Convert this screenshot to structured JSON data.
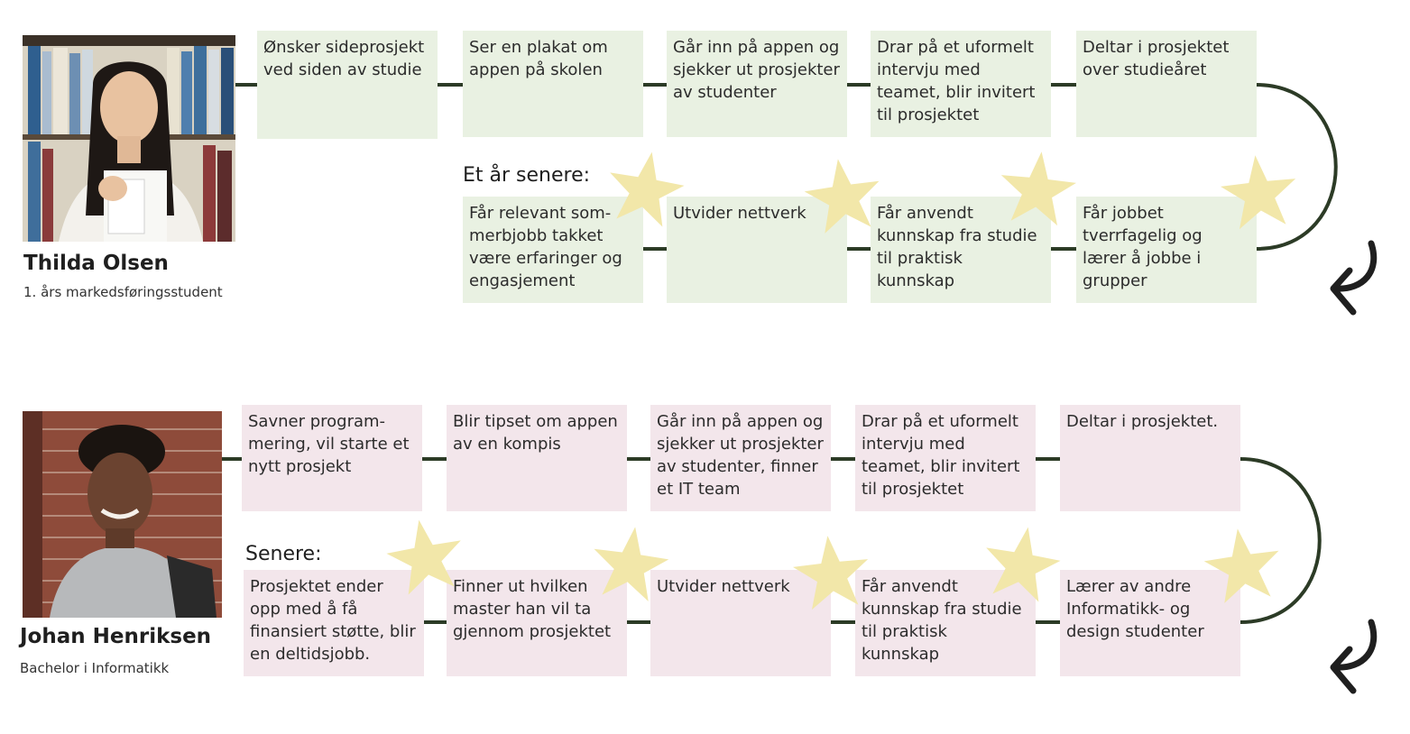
{
  "colors": {
    "green_box": "#e9f1e2",
    "pink_box": "#f3e6eb",
    "connector": "#2c3b26",
    "star": "#f2e7a9",
    "return_arrow": "#1f1f1f"
  },
  "persona1": {
    "photo_icon": "person-photo",
    "name": "Thilda Olsen",
    "role": "1. års markedsføringsstudent",
    "steps": [
      "Ønsker sideprosjekt ved siden av studie",
      "Ser en plakat om appen på skolen",
      "Går inn på appen og sjekker ut prosjekter av studenter",
      "Drar på et uformelt intervju med teamet, blir invitert til prosjektet",
      "Deltar i prosjektet over studieåret"
    ],
    "later_label": "Et år senere:",
    "outcomes": [
      "Får relevant som-merbjobb takket være erfaringer og engasjement",
      "Utvider nettverk",
      "Får anvendt kunnskap fra studie til praktisk kunnskap",
      "Får jobbet tverrfagelig og lærer å jobbe i grupper"
    ]
  },
  "persona2": {
    "photo_icon": "person-photo",
    "name": "Johan Henriksen",
    "role": "Bachelor i Informatikk",
    "steps": [
      "Savner program-mering, vil starte et nytt prosjekt",
      "Blir tipset om appen av en kompis",
      "Går inn på appen og sjekker ut prosjekter av studenter, finner et IT team",
      "Drar på et uformelt intervju med teamet, blir invitert til prosjektet",
      "Deltar i prosjektet."
    ],
    "later_label": "Senere:",
    "outcomes": [
      "Prosjektet ender opp med å få finansiert støtte, blir en deltidsjobb.",
      "Finner ut hvilken master han vil ta gjennom prosjektet",
      "Utvider nettverk",
      "Får anvendt kunnskap fra studie til praktisk kunnskap",
      "Lærer av andre Informatikk- og design studenter"
    ]
  }
}
